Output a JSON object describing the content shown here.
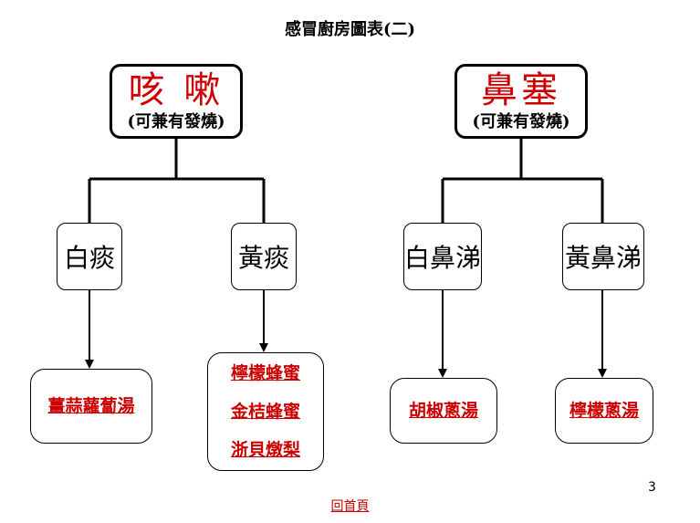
{
  "title": "感冒廚房圖表(二)",
  "categories": [
    {
      "name": "咳 嗽",
      "note": "(可兼有發燒)",
      "symptoms": [
        {
          "label": "白痰",
          "remedies": [
            "薑蒜蘿蔔湯"
          ]
        },
        {
          "label": "黃痰",
          "remedies": [
            "檸檬蜂蜜",
            "金桔蜂蜜",
            "浙貝燉梨"
          ]
        }
      ]
    },
    {
      "name": "鼻塞",
      "note": "(可兼有發燒)",
      "symptoms": [
        {
          "label": "白鼻涕",
          "remedies": [
            "胡椒蔥湯"
          ]
        },
        {
          "label": "黃鼻涕",
          "remedies": [
            "檸檬蔥湯"
          ]
        }
      ]
    }
  ],
  "page_number": "3",
  "home_link": "回首頁",
  "colors": {
    "accent": "#cc0000",
    "line": "#000000"
  }
}
